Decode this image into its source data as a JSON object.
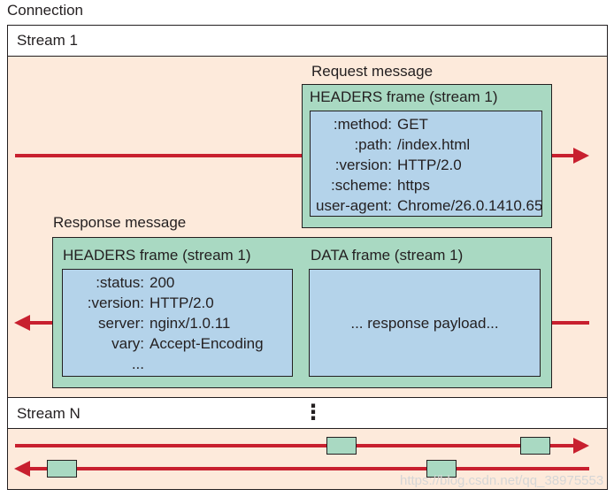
{
  "connection_label": "Connection",
  "stream1_label": "Stream 1",
  "streamN_label": "Stream N",
  "ellipsis_vertical": "⋮",
  "request": {
    "title": "Request message",
    "frame_title": "HEADERS frame (stream 1)",
    "rows": [
      {
        "key": ":method:",
        "value": "GET"
      },
      {
        "key": ":path:",
        "value": "/index.html"
      },
      {
        "key": ":version:",
        "value": "HTTP/2.0"
      },
      {
        "key": ":scheme:",
        "value": "https"
      },
      {
        "key": "user-agent:",
        "value": "Chrome/26.0.1410.65"
      }
    ]
  },
  "response": {
    "title": "Response message",
    "headers_frame_title": "HEADERS frame (stream 1)",
    "data_frame_title": "DATA frame (stream 1)",
    "rows": [
      {
        "key": ":status:",
        "value": "200"
      },
      {
        "key": ":version:",
        "value": "HTTP/2.0"
      },
      {
        "key": "server:",
        "value": "nginx/1.0.11"
      },
      {
        "key": "vary:",
        "value": "Accept-Encoding"
      },
      {
        "key": "...",
        "value": ""
      }
    ],
    "payload": "... response payload..."
  },
  "watermark": "https://blog.csdn.net/qq_38975553",
  "colors": {
    "arrow": "#c8202f",
    "peach": "#fdeadb",
    "green": "#a9d9c2",
    "blue": "#b4d3ea",
    "outline": "#231f20"
  }
}
